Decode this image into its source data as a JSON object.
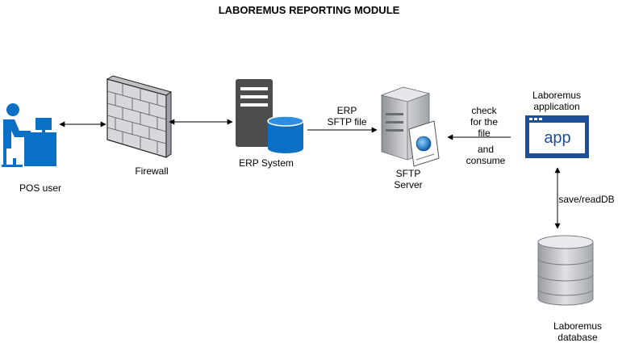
{
  "title": "LABOREMUS REPORTING MODULE",
  "nodes": {
    "pos_user": {
      "label": "POS user"
    },
    "firewall": {
      "label": "Firewall"
    },
    "erp_system": {
      "label": "ERP System"
    },
    "sftp_server": {
      "label_line1": "SFTP",
      "label_line2": "Server"
    },
    "laboremus_app": {
      "label_line1": "Laboremus",
      "label_line2": "application",
      "icon_text": "app"
    },
    "laboremus_db": {
      "label_line1": "Laboremus",
      "label_line2": "database"
    }
  },
  "edges": {
    "erp_to_sftp": {
      "label_line1": "ERP",
      "label_line2": "SFTP file"
    },
    "app_to_sftp": {
      "line1": "check",
      "line2": "for the",
      "line3": "file",
      "line4": "and",
      "line5": "consume"
    },
    "app_db": {
      "label": "save/readDB"
    }
  },
  "colors": {
    "accent_blue": "#0a70c6",
    "dark_grey": "#4d4d4d",
    "app_frame": "#1b4f9a",
    "brick": "#d8d8dc"
  }
}
